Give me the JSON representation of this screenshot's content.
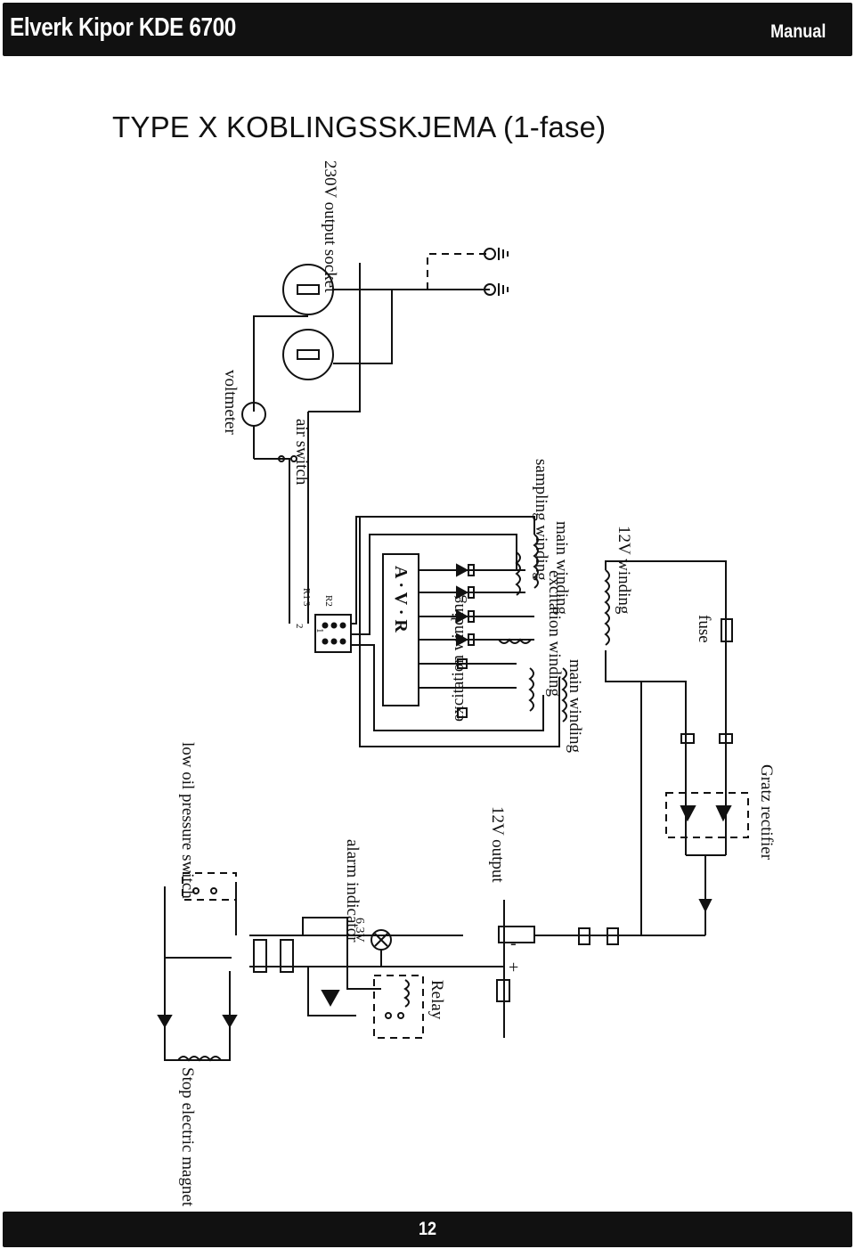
{
  "header": {
    "title": "Elverk Kipor KDE 6700",
    "section": "Manual"
  },
  "page_title": "TYPE X KOBLINGSSKJEMA (1-fase)",
  "diagram": {
    "labels": {
      "output_socket": "230V output socket",
      "voltmeter": "voltmeter",
      "air_switch": "air switch",
      "avr": "A · V · R",
      "sampling_winding": "sampling winding",
      "main_winding_top": "main winding",
      "excitation_winding_top": "excitation winding",
      "main_winding_bottom": "main winding",
      "excitation_winding_mirrored": "excitation winding",
      "v12_winding": "12V winding",
      "fuse": "fuse",
      "gratz_rectifier": "Gratz rectifier",
      "v12_output": "12V output",
      "low_oil_pressure_switch": "low oil pressure switch",
      "alarm_indicator": "alarm indicator",
      "lamp_voltage": "6.3V",
      "relay": "Relay",
      "stop_electric_magnet": "Stop electric magnet",
      "terminal_1": "1",
      "terminal_2": "2",
      "terminal_3": "3",
      "terminal_r1": "R1",
      "terminal_r2": "R2",
      "minus_sign": "-",
      "plus_sign": "+"
    }
  },
  "footer": {
    "page_number": "12"
  }
}
